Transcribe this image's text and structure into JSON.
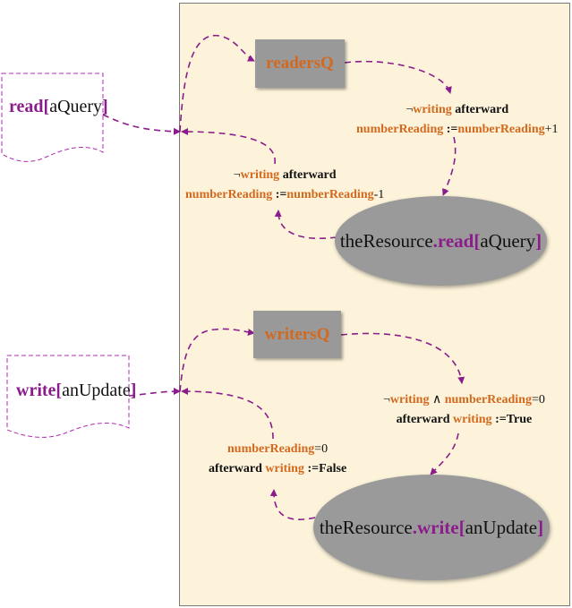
{
  "colors": {
    "panel_bg": "#FCF3DA",
    "queue_bg": "#999999",
    "ellipse_bg": "#9a9a9a",
    "orange": "#D2691E",
    "purple": "#8B1C8B"
  },
  "read_message": {
    "op": "read",
    "open_bracket": "[",
    "arg": "aQuery",
    "close_bracket": "]"
  },
  "write_message": {
    "op": "write",
    "open_bracket": "[",
    "arg": "anUpdate",
    "close_bracket": "]"
  },
  "readers_queue": {
    "label": "readersQ"
  },
  "writers_queue": {
    "label": "writersQ"
  },
  "read_entry_guard": {
    "neg": "¬",
    "writing": "writing",
    "afterward": "afterward",
    "counter": "numberReading",
    "assign": " :=",
    "counter2": "numberReading",
    "delta": "+1"
  },
  "read_exit_guard": {
    "neg": "¬",
    "writing": "writing",
    "afterward": "afterward",
    "counter": "numberReading",
    "assign": " :=",
    "counter2": "numberReading",
    "delta": "-1"
  },
  "read_resource": {
    "object": "theResource",
    "dot": ".",
    "op": "read",
    "open_bracket": "[",
    "arg": "aQuery",
    "close_bracket": "]"
  },
  "write_entry_guard": {
    "neg": "¬",
    "writing": "writing",
    "and": " ∧ ",
    "counter": "numberReading",
    "eq": "=0",
    "afterward": "afterward",
    "writing2": "writing",
    "assign": " :=",
    "value": "True"
  },
  "write_exit_guard": {
    "counter": "numberReading",
    "eq": "=0",
    "afterward": "afterward",
    "writing": "writing",
    "assign": " :=",
    "value": "False"
  },
  "write_resource": {
    "object": "theResource",
    "dot": ".",
    "op": "write",
    "open_bracket": "[",
    "arg": "anUpdate",
    "close_bracket": "]"
  }
}
